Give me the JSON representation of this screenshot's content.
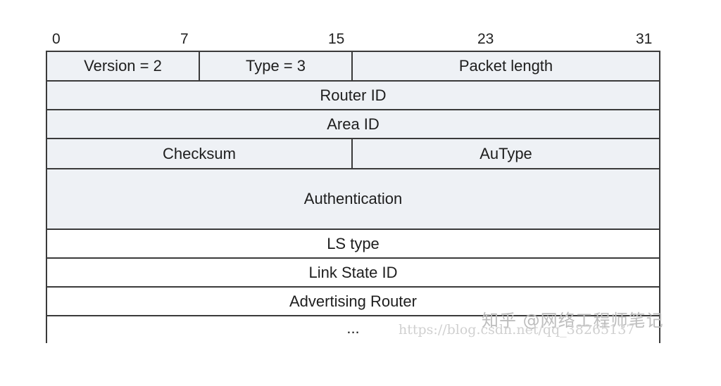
{
  "bit_markers": [
    "0",
    "7",
    "15",
    "23",
    "31"
  ],
  "rows": [
    {
      "cells": [
        "Version = 2",
        "Type = 3",
        "Packet length"
      ]
    },
    {
      "cells": [
        "Router ID"
      ]
    },
    {
      "cells": [
        "Area ID"
      ]
    },
    {
      "cells": [
        "Checksum",
        "AuType"
      ]
    },
    {
      "cells": [
        "Authentication"
      ]
    },
    {
      "cells": [
        "LS type"
      ]
    },
    {
      "cells": [
        "Link State ID"
      ]
    },
    {
      "cells": [
        "Advertising Router"
      ]
    },
    {
      "cells": [
        "..."
      ]
    }
  ],
  "colors": {
    "header_fill": "#eef1f5",
    "body_fill": "#ffffff",
    "border": "#3a3a3a"
  },
  "watermark": {
    "text": "知乎 @网络工程师笔记",
    "url": "https://blog.csdn.net/qq_38265137"
  }
}
